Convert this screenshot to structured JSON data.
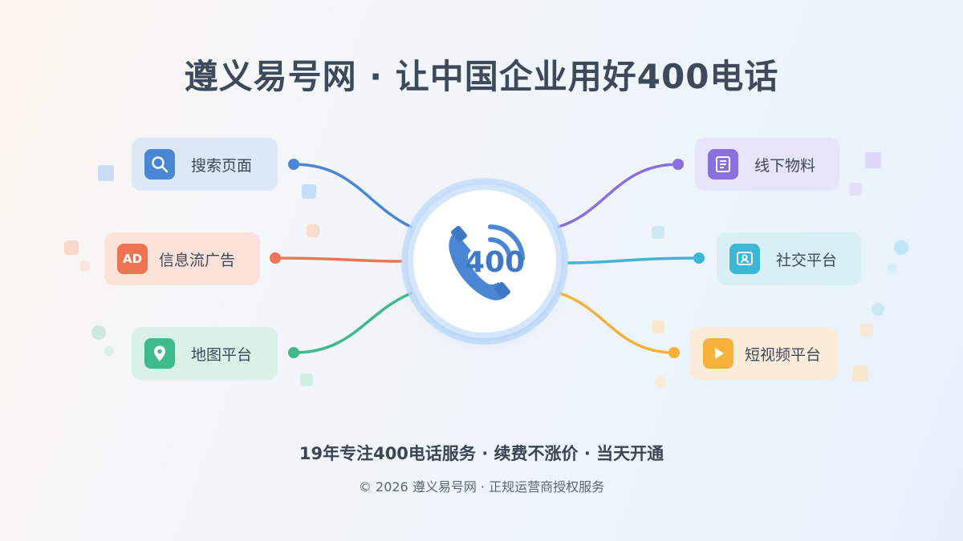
{
  "title": "遵义易号网 · 让中国企业用好400电话",
  "hub": {
    "label": "400",
    "icon": "phone-icon"
  },
  "nodes": {
    "search": {
      "label": "搜索页面",
      "icon": "search-icon",
      "color": "#4a86d4"
    },
    "ad": {
      "label": "信息流广告",
      "icon": "ad-icon",
      "icon_text": "AD",
      "color": "#ee7454"
    },
    "map": {
      "label": "地图平台",
      "icon": "map-pin-icon",
      "color": "#3fba8a"
    },
    "print": {
      "label": "线下物料",
      "icon": "document-icon",
      "color": "#8a70dc"
    },
    "social": {
      "label": "社交平台",
      "icon": "social-icon",
      "color": "#3cb7d6"
    },
    "video": {
      "label": "短视频平台",
      "icon": "play-icon",
      "color": "#f5b13a"
    }
  },
  "tagline": "19年专注400电话服务 · 续费不涨价 · 当天开通",
  "footer": "© 2026 遵义易号网 · 正规运营商授权服务"
}
